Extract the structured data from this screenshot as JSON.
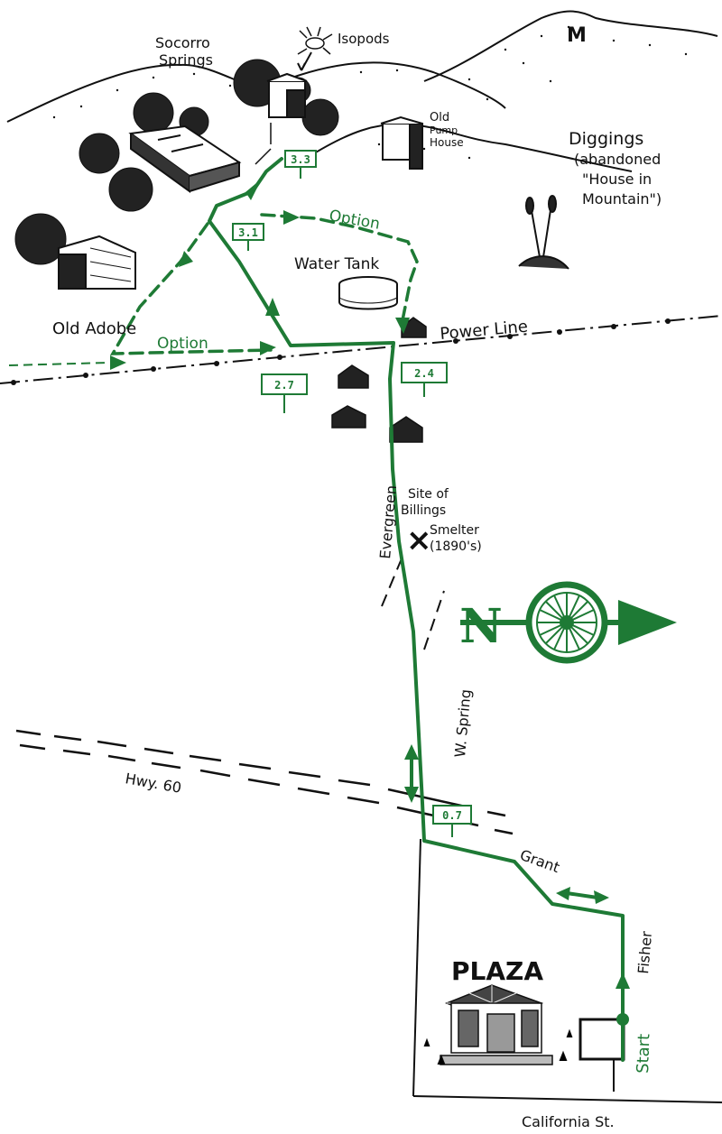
{
  "colors": {
    "route": "#1e7a35",
    "ink": "#111111",
    "background": "#ffffff"
  },
  "labels": {
    "socorro_springs_1": "Socorro",
    "socorro_springs_2": "Springs",
    "isopods": "Isopods",
    "old_pump_1": "Old",
    "old_pump_2": "Pump",
    "old_pump_3": "House",
    "diggings_1": "Diggings",
    "diggings_2": "(abandoned",
    "diggings_3": "\"House in",
    "diggings_4": "Mountain\")",
    "peak_mark": "M",
    "water_tank": "Water Tank",
    "old_adobe": "Old Adobe",
    "option_top": "Option",
    "option_bottom": "Option",
    "power_line": "Power Line",
    "evergreen": "Evergreen",
    "billings_1": "Site of",
    "billings_2": "Billings",
    "billings_3": "Smelter",
    "billings_4": "(1890's)",
    "north": "N",
    "w_spring": "W. Spring",
    "hwy60": "Hwy. 60",
    "grant": "Grant",
    "fisher": "Fisher",
    "plaza": "PLAZA",
    "start": "Start",
    "california": "California St."
  },
  "mile_markers": {
    "m33": "3.3",
    "m31": "3.1",
    "m27": "2.7",
    "m24": "2.4",
    "m07": "0.7"
  }
}
